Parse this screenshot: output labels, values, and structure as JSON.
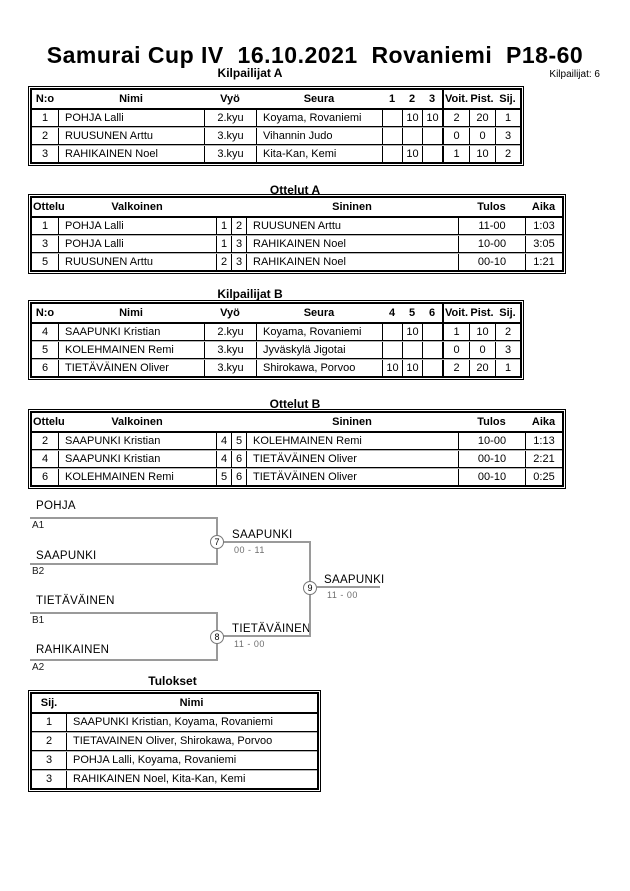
{
  "page": {
    "title": "Samurai Cup IV  16.10.2021  Rovaniemi  P18-60",
    "participants_label": "Kilpailijat: 6"
  },
  "competitors_a": {
    "title": "Kilpailijat A",
    "headers": {
      "no": "N:o",
      "name": "Nimi",
      "belt": "Vyö",
      "club": "Seura",
      "m1": "1",
      "m2": "2",
      "m3": "3",
      "wins": "Voit.",
      "points": "Pist.",
      "place": "Sij."
    },
    "rows": [
      {
        "no": "1",
        "name": "POHJA Lalli",
        "belt": "2.kyu",
        "club": "Koyama, Rovaniemi",
        "m1": "",
        "m2": "10",
        "m3": "10",
        "wins": "2",
        "points": "20",
        "place": "1"
      },
      {
        "no": "2",
        "name": "RUUSUNEN Arttu",
        "belt": "3.kyu",
        "club": "Vihannin Judo",
        "m1": "",
        "m2": "",
        "m3": "",
        "wins": "0",
        "points": "0",
        "place": "3"
      },
      {
        "no": "3",
        "name": "RAHIKAINEN Noel",
        "belt": "3.kyu",
        "club": "Kita-Kan, Kemi",
        "m1": "",
        "m2": "10",
        "m3": "",
        "wins": "1",
        "points": "10",
        "place": "2"
      }
    ]
  },
  "matches_a": {
    "title": "Ottelut A",
    "headers": {
      "match": "Ottelu",
      "white": "Valkoinen",
      "blue": "Sininen",
      "result": "Tulos",
      "time": "Aika"
    },
    "rows": [
      {
        "match": "1",
        "white": "POHJA Lalli",
        "wno": "1",
        "bno": "2",
        "blue": "RUUSUNEN Arttu",
        "result": "11-00",
        "time": "1:03"
      },
      {
        "match": "3",
        "white": "POHJA Lalli",
        "wno": "1",
        "bno": "3",
        "blue": "RAHIKAINEN Noel",
        "result": "10-00",
        "time": "3:05"
      },
      {
        "match": "5",
        "white": "RUUSUNEN Arttu",
        "wno": "2",
        "bno": "3",
        "blue": "RAHIKAINEN Noel",
        "result": "00-10",
        "time": "1:21"
      }
    ]
  },
  "competitors_b": {
    "title": "Kilpailijat B",
    "headers": {
      "no": "N:o",
      "name": "Nimi",
      "belt": "Vyö",
      "club": "Seura",
      "m1": "4",
      "m2": "5",
      "m3": "6",
      "wins": "Voit.",
      "points": "Pist.",
      "place": "Sij."
    },
    "rows": [
      {
        "no": "4",
        "name": "SAAPUNKI Kristian",
        "belt": "2.kyu",
        "club": "Koyama, Rovaniemi",
        "m1": "",
        "m2": "10",
        "m3": "",
        "wins": "1",
        "points": "10",
        "place": "2"
      },
      {
        "no": "5",
        "name": "KOLEHMAINEN Remi",
        "belt": "3.kyu",
        "club": "Jyväskylä Jigotai",
        "m1": "",
        "m2": "",
        "m3": "",
        "wins": "0",
        "points": "0",
        "place": "3"
      },
      {
        "no": "6",
        "name": "TIETÄVÄINEN Oliver",
        "belt": "3.kyu",
        "club": "Shirokawa, Porvoo",
        "m1": "10",
        "m2": "10",
        "m3": "",
        "wins": "2",
        "points": "20",
        "place": "1"
      }
    ]
  },
  "matches_b": {
    "title": "Ottelut B",
    "headers": {
      "match": "Ottelu",
      "white": "Valkoinen",
      "blue": "Sininen",
      "result": "Tulos",
      "time": "Aika"
    },
    "rows": [
      {
        "match": "2",
        "white": "SAAPUNKI Kristian",
        "wno": "4",
        "bno": "5",
        "blue": "KOLEHMAINEN Remi",
        "result": "10-00",
        "time": "1:13"
      },
      {
        "match": "4",
        "white": "SAAPUNKI Kristian",
        "wno": "4",
        "bno": "6",
        "blue": "TIETÄVÄINEN Oliver",
        "result": "00-10",
        "time": "2:21"
      },
      {
        "match": "6",
        "white": "KOLEHMAINEN Remi",
        "wno": "5",
        "bno": "6",
        "blue": "TIETÄVÄINEN Oliver",
        "result": "00-10",
        "time": "0:25"
      }
    ]
  },
  "bracket": {
    "entries": [
      {
        "name": "POHJA",
        "seed": "A1"
      },
      {
        "name": "SAAPUNKI",
        "seed": "B2"
      },
      {
        "name": "TIETÄVÄINEN",
        "seed": "B1"
      },
      {
        "name": "RAHIKAINEN",
        "seed": "A2"
      }
    ],
    "matches": [
      {
        "number": "7",
        "winner": "SAAPUNKI",
        "score": "00 - 11"
      },
      {
        "number": "8",
        "winner": "TIETÄVÄINEN",
        "score": "11 - 00"
      },
      {
        "number": "9",
        "winner": "SAAPUNKI",
        "score": "11 - 00"
      }
    ]
  },
  "results": {
    "title": "Tulokset",
    "headers": {
      "place": "Sij.",
      "name": "Nimi"
    },
    "rows": [
      {
        "place": "1",
        "name": "SAAPUNKI Kristian, Koyama, Rovaniemi"
      },
      {
        "place": "2",
        "name": "TIETAVAINEN Oliver, Shirokawa, Porvoo"
      },
      {
        "place": "3",
        "name": "POHJA Lalli, Koyama, Rovaniemi"
      },
      {
        "place": "3",
        "name": "RAHIKAINEN Noel, Kita-Kan, Kemi"
      }
    ]
  }
}
